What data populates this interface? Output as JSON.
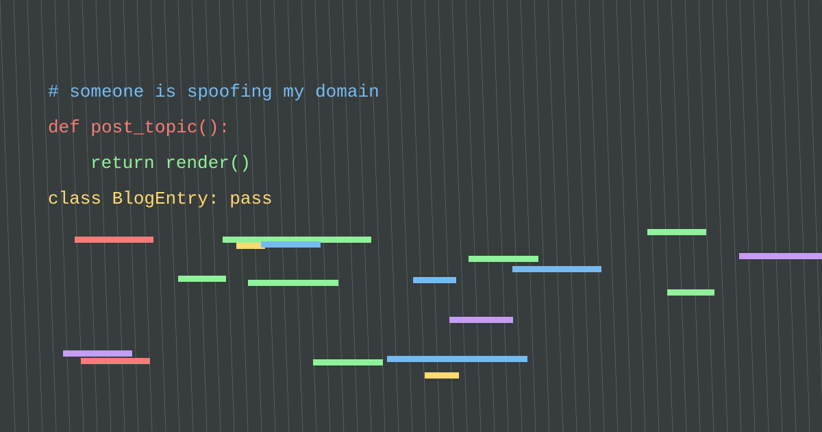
{
  "code": {
    "line1": "# someone is spoofing my domain",
    "line2": "def post_topic():",
    "line3": "return render()",
    "line4": "class BlogEntry: pass"
  },
  "colors": {
    "background": "#373c3d",
    "grid_line": "#8a8f90",
    "comment": "#74bbf2",
    "keyword_def": "#f77c79",
    "keyword_return": "#8ff29a",
    "keyword_class": "#ffd972",
    "bar_red": "#f77c79",
    "bar_green": "#8ff29a",
    "bar_blue": "#74bbf2",
    "bar_yellow": "#ffd972",
    "bar_purple": "#c69cf5"
  }
}
